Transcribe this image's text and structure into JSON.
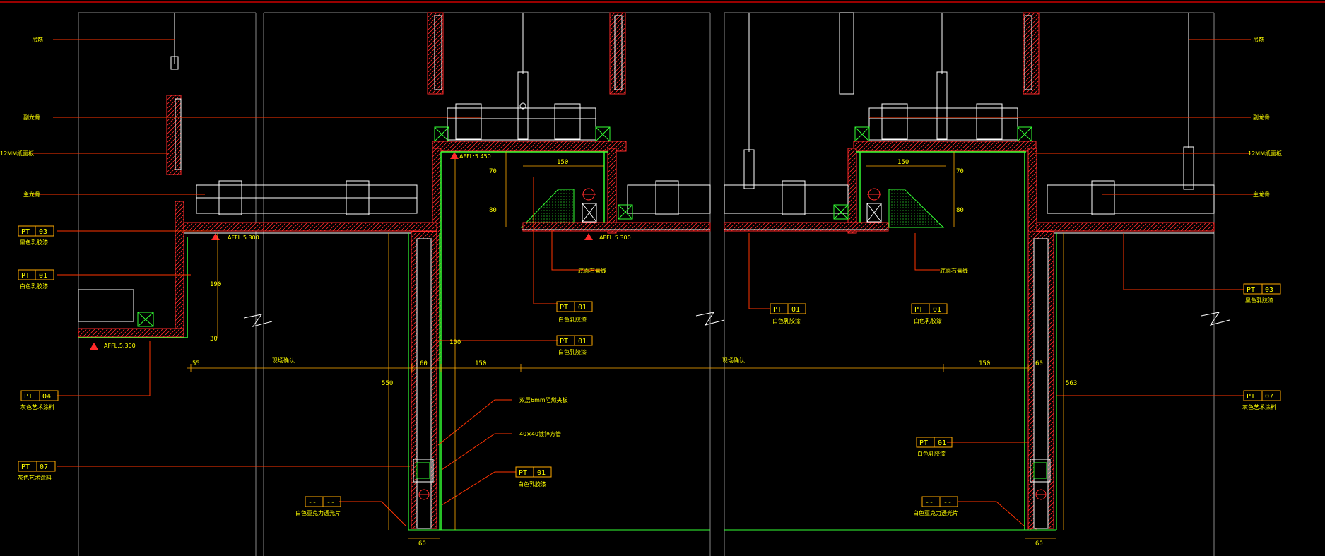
{
  "drawing": {
    "colors": {
      "background": "#000000",
      "leader": "#ff3300",
      "text": "#ffff00",
      "wall": "#ff2a2a",
      "frame": "#ffffff",
      "finish": "#33ff33",
      "dimension": "#ffaa00",
      "border": "#cc0000"
    },
    "left_labels": {
      "suspender": "吊筋",
      "secondary_keel": "副龙骨",
      "gypsum_board": "12MM纸面板",
      "main_keel": "主龙骨",
      "tag_pt03": {
        "code": "PT",
        "num": "03",
        "desc": "黑色乳胶漆"
      },
      "tag_pt01": {
        "code": "PT",
        "num": "01",
        "desc": "白色乳胶漆"
      },
      "tag_pt04": {
        "code": "PT",
        "num": "04",
        "desc": "灰色艺术涂料"
      },
      "tag_pt07": {
        "code": "PT",
        "num": "07",
        "desc": "灰色艺术涂料"
      }
    },
    "right_labels": {
      "suspender": "吊筋",
      "secondary_keel": "副龙骨",
      "gypsum_board": "12MM纸面板",
      "main_keel": "主龙骨",
      "tag_pt03": {
        "code": "PT",
        "num": "03",
        "desc": "黑色乳胶漆"
      },
      "tag_pt07": {
        "code": "PT",
        "num": "07",
        "desc": "灰色艺术涂料"
      }
    },
    "center_labels": {
      "stone_left": "底面石膏线",
      "stone_right": "底面石膏线",
      "tag_a": {
        "code": "PT",
        "num": "01",
        "desc": "白色乳胶漆"
      },
      "tag_b": {
        "code": "PT",
        "num": "01",
        "desc": "白色乳胶漆"
      },
      "tag_c": {
        "code": "PT",
        "num": "01",
        "desc": "白色乳胶漆"
      },
      "tag_d": {
        "code": "PT",
        "num": "01",
        "desc": "白色乳胶漆"
      },
      "tag_e": {
        "code": "PT",
        "num": "01",
        "desc": "白色乳胶漆"
      },
      "tag_f": {
        "code": "PT",
        "num": "01",
        "desc": "白色乳胶漆"
      },
      "board_note": "双层6mm阻燃夹板",
      "steel_note": "40×40镀锌方管",
      "acrylic_tag_left": {
        "code": "--",
        "num": "--",
        "desc": "白色亚克力透光片"
      },
      "acrylic_tag_right": {
        "code": "--",
        "num": "--",
        "desc": "白色亚克力透光片"
      }
    },
    "elevations": {
      "left": "AFFL:5.300",
      "left_low": "AFFL:5.300",
      "mid": "AFFL:5.450",
      "center": "AFFL:5.300"
    },
    "dimensions": {
      "d55": "55",
      "d60_a": "60",
      "d150_a": "150",
      "d150_b": "150",
      "d60_b": "60",
      "d60_bottom_left": "60",
      "d60_bottom_right": "60",
      "d150_top_left": "150",
      "d150_top_right": "150",
      "d70_left": "70",
      "d80_left": "80",
      "d70_right": "70",
      "d80_right": "80",
      "d190": "190",
      "d30": "30",
      "d550": "550",
      "d100": "100",
      "d563": "563",
      "note_left": "现场确认",
      "note_right": "现场确认"
    }
  }
}
